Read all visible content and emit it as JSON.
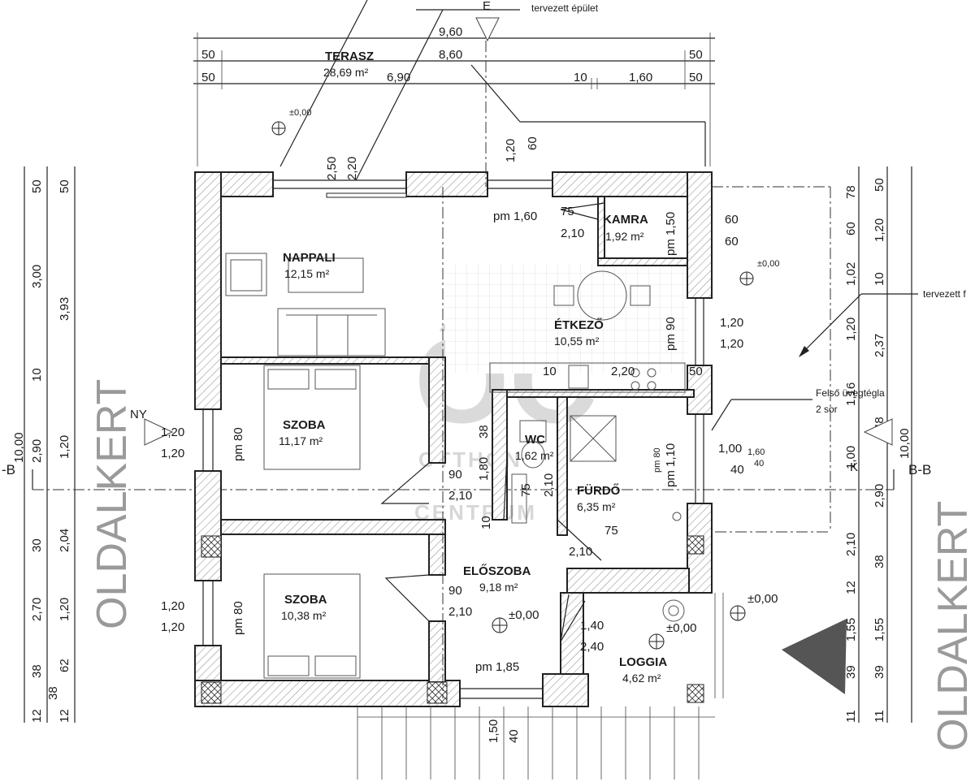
{
  "notes": {
    "planned_building_top": "tervezett épület",
    "planned_building_right": "tervezett f",
    "glass_block": "Felső üvegtégla",
    "glass_block_rows": "2 sor"
  },
  "side_labels": {
    "left": "OLDALKERT",
    "right": "OLDALKERT",
    "left_section": "-B",
    "right_section": "B-B"
  },
  "markers": {
    "E": "E",
    "NY": "NY",
    "K": "K"
  },
  "watermark": {
    "logo": "ÔC",
    "line1": "OTTHON",
    "line2": "CENTRUM"
  },
  "levels": {
    "zero": "±0,00"
  },
  "rooms": {
    "terasz": {
      "name": "TERASZ",
      "area": "28,69 m²"
    },
    "nappali": {
      "name": "NAPPALI",
      "area": "12,15 m²"
    },
    "kamra": {
      "name": "KAMRA",
      "area": "1,92 m²"
    },
    "etkezo": {
      "name": "ÉTKEZŐ",
      "area": "10,55 m²"
    },
    "szoba1": {
      "name": "SZOBA",
      "area": "11,17 m²"
    },
    "wc": {
      "name": "WC",
      "area": "1,62 m²"
    },
    "furdo": {
      "name": "FÜRDŐ",
      "area": "6,35 m²"
    },
    "szoba2": {
      "name": "SZOBA",
      "area": "10,38 m²"
    },
    "eloszoba": {
      "name": "ELŐSZOBA",
      "area": "9,18 m²"
    },
    "loggia": {
      "name": "LOGGIA",
      "area": "4,62 m²"
    }
  },
  "top_dims": {
    "total": "9,60",
    "inner": "8,60",
    "left_50": "50",
    "right_50": "50",
    "row3_50a": "50",
    "row3_690": "6,90",
    "row3_10": "10",
    "row3_160": "1,60",
    "row3_50b": "50"
  },
  "left_dims": {
    "a50": "50",
    "b50": "50",
    "a300": "3,00",
    "a393": "3,93",
    "a10": "10",
    "a120": "1,20",
    "a1000": "10,00",
    "a290": "2,90",
    "a30": "30",
    "a204": "2,04",
    "a270": "2,70",
    "b120": "1,20",
    "a38": "38",
    "a62": "62",
    "b38": "38",
    "a12": "12",
    "b12": "12"
  },
  "right_dims": {
    "a78": "78",
    "a50": "50",
    "a60": "60",
    "a120": "1,20",
    "a102": "1,02",
    "a10": "10",
    "b120": "1,20",
    "a237": "2,37",
    "a100": "1,00",
    "a1000": "10,00",
    "a290": "2,90",
    "a210": "2,10",
    "b38": "38",
    "a12": "12",
    "a155": "1,55",
    "b155": "1,55",
    "a39": "39",
    "b39": "39",
    "a11": "11",
    "b11": "11",
    "a48": "48",
    "a116": "1,16"
  },
  "openings": {
    "d250": "2,50",
    "d220": "2,20",
    "d120_top": "1,20",
    "d60_top": "60",
    "pm160": "pm 1,60",
    "k75": "75",
    "k210": "2,10",
    "kpm150": "pm 1,50",
    "k60a": "60",
    "k60b": "60",
    "epm90": "pm 90",
    "e120a": "1,20",
    "e120b": "1,20",
    "c10": "10",
    "c220": "2,20",
    "c50": "50",
    "w120a": "1,20",
    "w120b": "1,20",
    "wpm80": "pm 80",
    "d90": "90",
    "d210": "2,10",
    "d38": "38",
    "d180": "1,80",
    "wc75": "75",
    "wc210": "2,10",
    "wc10": "10",
    "fpm110": "pm 1,10",
    "fpm80": "pm 80",
    "f100": "1,00",
    "f160": "1,60",
    "f40": "40",
    "f40b": "40",
    "fd75": "75",
    "fd210": "2,10",
    "s2w120a": "1,20",
    "s2w120b": "1,20",
    "s2pm80": "pm 80",
    "e90": "90",
    "e210": "2,10",
    "l140": "1,40",
    "l240": "2,40",
    "pm185": "pm 1,85",
    "s150": "1,50",
    "s40": "40"
  }
}
